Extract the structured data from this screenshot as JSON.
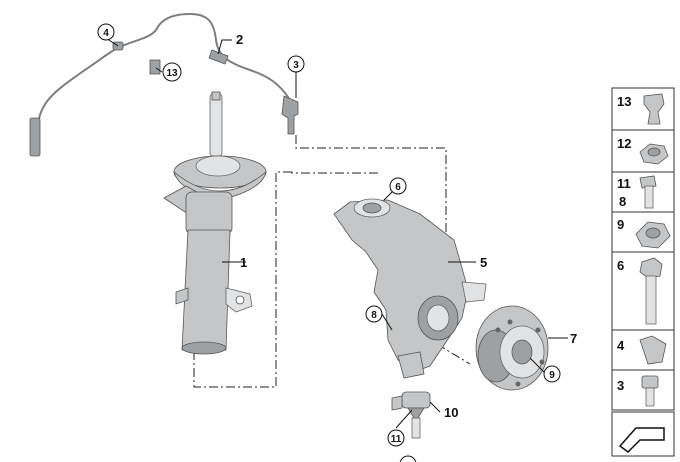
{
  "callouts": {
    "c1": "1",
    "c2": "2",
    "c3": "3",
    "c4": "4",
    "c5": "5",
    "c6": "6",
    "c7": "7",
    "c8": "8",
    "c9": "9",
    "c10": "10",
    "c11": "11",
    "c13": "13"
  },
  "side_panel": {
    "items": [
      {
        "label": "13",
        "icon": "clip-icon"
      },
      {
        "label": "12",
        "icon": "hex-nut-icon"
      },
      {
        "label": "11",
        "label2": "8",
        "icon": "flange-bolt-icon"
      },
      {
        "label": "9",
        "icon": "collar-nut-icon"
      },
      {
        "label": "6",
        "icon": "long-bolt-icon"
      },
      {
        "label": "4",
        "icon": "bracket-icon"
      },
      {
        "label": "3",
        "icon": "socket-screw-icon"
      }
    ],
    "footer_icon": "arrow-icon"
  },
  "colors": {
    "part": "#c4c6c8",
    "line": "#111111"
  }
}
